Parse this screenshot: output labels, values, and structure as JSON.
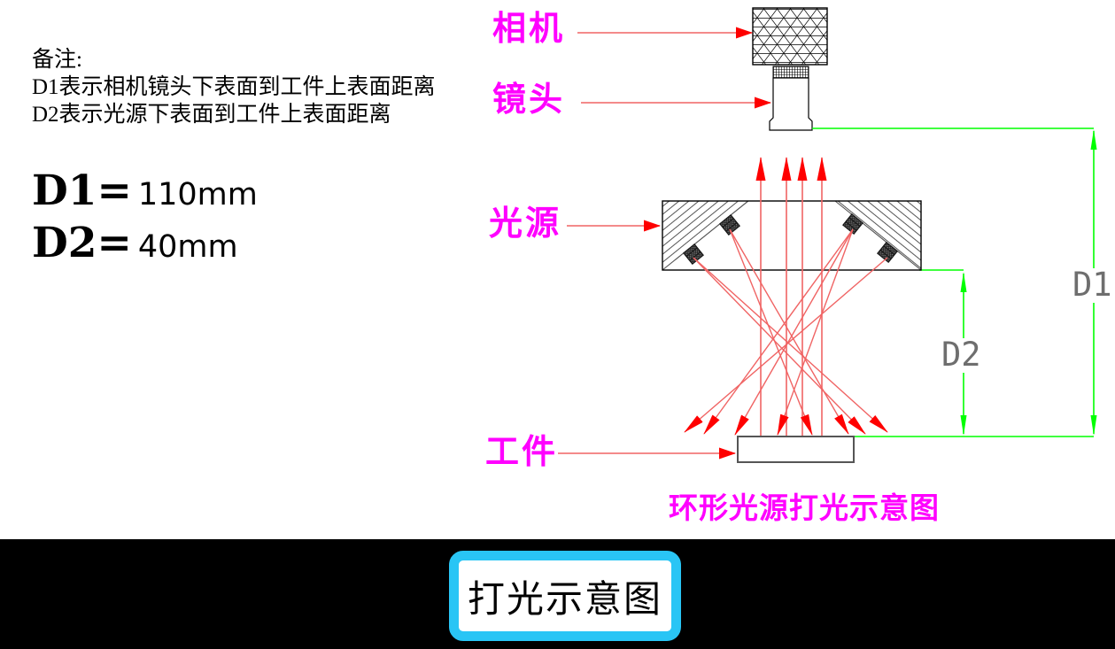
{
  "notes": {
    "heading": "备注:",
    "line1": "D1表示相机镜头下表面到工件上表面距离",
    "line2": "D2表示光源下表面到工件上表面距离"
  },
  "measurements": {
    "d1_label": "D1=",
    "d1_value": "110mm",
    "d2_label": "D2=",
    "d2_value": "40mm"
  },
  "component_labels": {
    "camera": "相机",
    "lens": "镜头",
    "light_source": "光源",
    "workpiece": "工件"
  },
  "dimension_labels": {
    "d1": "D1",
    "d2": "D2"
  },
  "diagram_title": "环形光源打光示意图",
  "bottom_bar": {
    "tab_label": "打光示意图"
  },
  "colors": {
    "label_magenta": "#FF00FF",
    "arrowhead_red": "#FF0000",
    "ray_line_red": "#F06464",
    "dimension_green": "#00FF00",
    "tab_border_cyan": "#29C5F5",
    "bar_background": "#000000"
  }
}
